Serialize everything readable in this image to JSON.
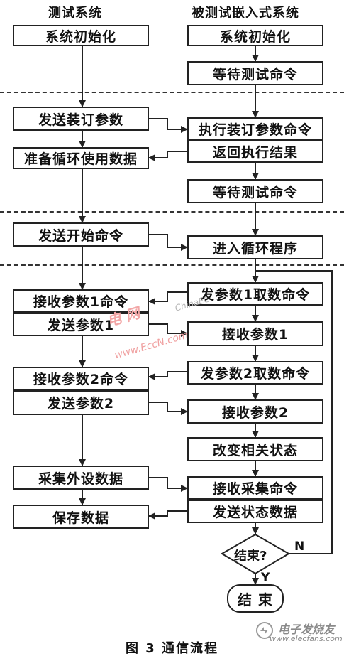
{
  "headers": {
    "left": "测试系统",
    "right": "被测试嵌入式系统"
  },
  "left_boxes": [
    "系统初始化",
    "发送装订参数",
    "准备循环使用数据",
    "发送开始命令",
    "接收参数1命令",
    "发送参数1",
    "接收参数2命令",
    "发送参数2",
    "采集外设数据",
    "保存数据"
  ],
  "right_boxes": [
    "系统初始化",
    "等待测试命令",
    "执行装订参数命令",
    "返回执行结果",
    "等待测试命令",
    "进入循环程序",
    "发参数1取数命令",
    "接收参数1",
    "发参数2取数命令",
    "接收参数2",
    "改变相关状态",
    "接收采集命令",
    "发送状态数据"
  ],
  "decision": "结束?",
  "decision_no": "N",
  "decision_yes": "Y",
  "end": "结 束",
  "caption": "图 3   通信流程",
  "watermarks": {
    "site_cn": "电子发烧友",
    "site_en": "www.elecfans.com",
    "mid_cn": "电 网",
    "mid_en": "ChinaEC",
    "mid_url": "www.EccN.com"
  }
}
